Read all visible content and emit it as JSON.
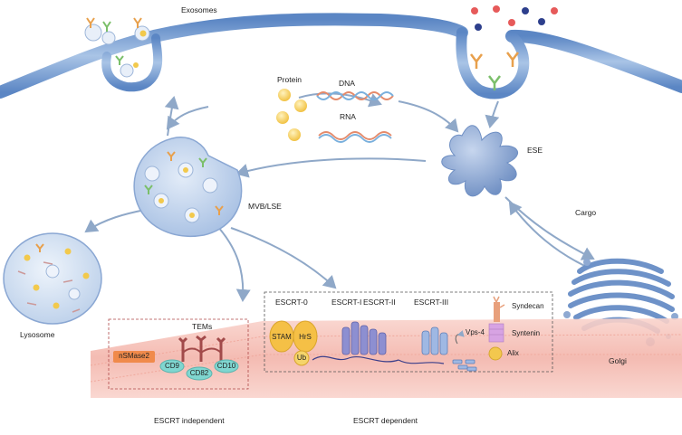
{
  "labels": {
    "exosomes": "Exosomes",
    "protein": "Protein",
    "dna": "DNA",
    "rna": "RNA",
    "ese": "ESE",
    "mvb": "MVB/LSE",
    "cargo": "Cargo",
    "lysosome": "Lysosome",
    "golgi": "Golgi",
    "tems": "TEMs",
    "nsmase2": "nSMase2",
    "cd9": "CD9",
    "cd82": "CD82",
    "cd10": "CD10",
    "escrt0": "ESCRT-0",
    "escrt1": "ESCRT-I",
    "escrt2": "ESCRT-II",
    "escrt3": "ESCRT-III",
    "stam": "STAM",
    "hrs": "HrS",
    "ub": "Ub",
    "vps4": "Vps-4",
    "syndecan": "Syndecan",
    "syntenin": "Syntenin",
    "alix": "Alix",
    "escrt_independent": "ESCRT independent",
    "escrt_dependent": "ESCRT dependent"
  },
  "colors": {
    "membrane": "#7fa7d6",
    "membrane_dark": "#4f79b6",
    "vesicle_fill": "#dfe9f6",
    "mvb_fill": "#c9daf0",
    "ese_fill": "#8ea9d2",
    "golgi": "#6e92c8",
    "arrow": "#8fa8c8",
    "protein": "#f2c94c",
    "dna_a": "#e58a6a",
    "dna_b": "#7ab0dd",
    "lipid_layer": "#f6c1b9",
    "nsmase2": "#f08a4b",
    "cd": "#7fd6d0",
    "stam": "#f5c046",
    "escrt": "#8d8fd1",
    "syndecan": "#e8a07c",
    "syntenin": "#d7a3e3",
    "alix": "#f3c84e"
  }
}
